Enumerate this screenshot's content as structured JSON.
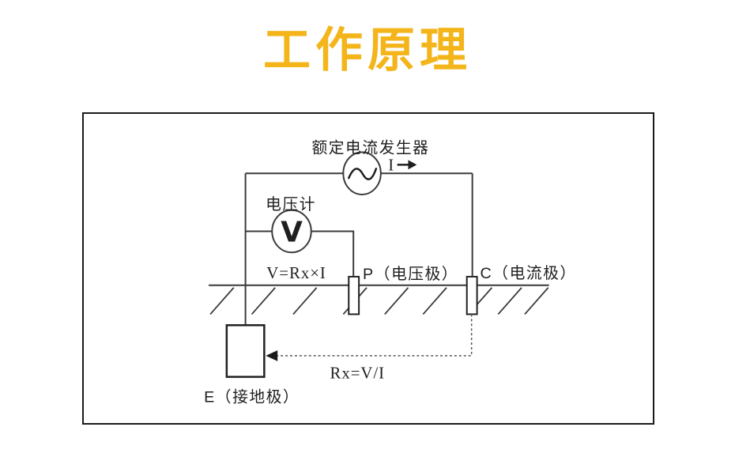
{
  "header": {
    "title": "工作原理",
    "title_color": "#F4B51B"
  },
  "diagram": {
    "generator_label": "额定电流发生器",
    "current_symbol": "I",
    "voltmeter_label": "电压计",
    "voltmeter_symbol": "V",
    "voltage_formula": "V=Rx×I",
    "p_electrode_label": "P（电压极）",
    "c_electrode_label": "C（电流极）",
    "e_electrode_label": "E（接地极）",
    "resistance_formula": "Rx=V/I",
    "colors": {
      "line": "#3a3a3a",
      "text": "#1f1f1f",
      "box_border": "#1a1a1a"
    }
  }
}
